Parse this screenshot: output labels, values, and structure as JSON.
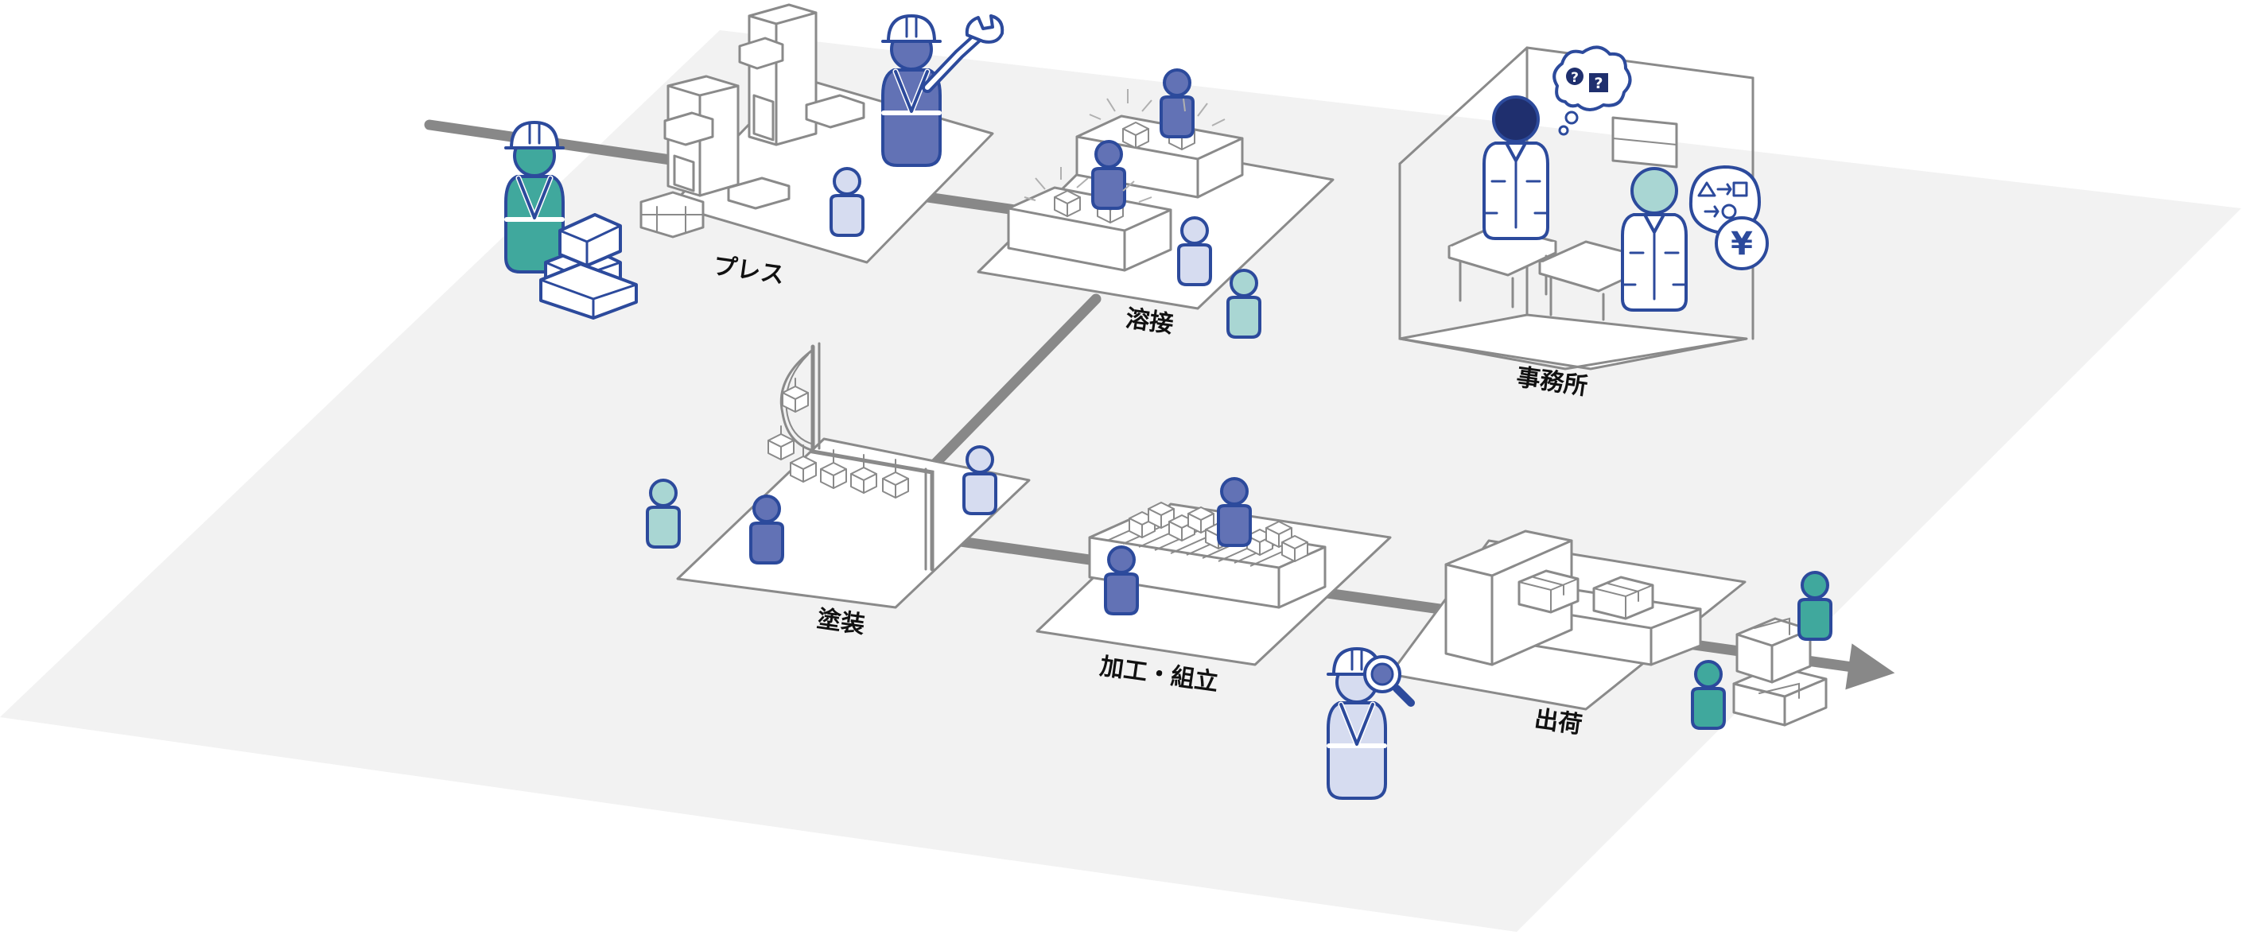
{
  "areas": {
    "press": "プレス",
    "welding": "溶接",
    "office": "事務所",
    "painting": "塗装",
    "assembly": "加工・組立",
    "shipping": "出荷"
  },
  "office_bubble": {
    "question_mark_1": "?",
    "question_mark_2": "?",
    "yen_sign": "¥"
  },
  "colors": {
    "floor": "#f2f2f2",
    "platform_outline": "#8a8a8a",
    "conveyor": "#888888",
    "worker_outline": "#2c4a9c",
    "worker_mid_blue": "#6272b5",
    "worker_pale_blue": "#d6dcf0",
    "worker_pale_teal": "#a9d6d3",
    "worker_teal": "#40a89d",
    "worker_navy": "#1f2f6e"
  }
}
